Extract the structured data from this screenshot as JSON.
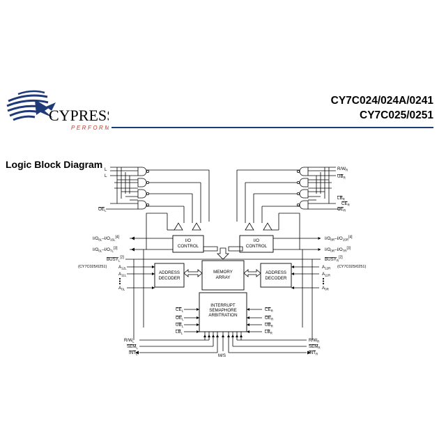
{
  "header": {
    "logo_word": "CYPRESS",
    "logo_tagline": "PERFORM",
    "part_numbers_line1": "CY7C024/024A/0241",
    "part_numbers_line2": "CY7C025/0251",
    "brand_color": "#1f3a78"
  },
  "section_title": "Logic Block Diagram",
  "diagram": {
    "blocks": {
      "io_left": [
        "I/O",
        "CONTROL"
      ],
      "io_right": [
        "I/O",
        "CONTROL"
      ],
      "addr_left": [
        "ADDRESS",
        "DECODER"
      ],
      "addr_right": [
        "ADDRESS",
        "DECODER"
      ],
      "memory": [
        "MEMORY",
        "ARRAY"
      ],
      "interrupt": [
        "INTERRUPT",
        "SEMAPHORE",
        "ARBITRATION"
      ]
    },
    "left_top_labels": [
      "L",
      "L"
    ],
    "left_oe_top": "OE",
    "left_oe_top_sub": "L",
    "left_io_top": "I/O",
    "left_io_top_sub": "8L",
    "left_io_top_mid": "–I/O",
    "left_io_top_sub2": "15L",
    "left_io_top_note": "[4]",
    "left_io_bot": "I/O",
    "left_io_bot_sub": "0L",
    "left_io_bot_mid": "–I/O",
    "left_io_bot_sub2": "7L",
    "left_io_bot_note": "[3]",
    "left_busy": "BUSY",
    "left_busy_sub": "L",
    "left_busy_note": "[2]",
    "left_a12": "A",
    "left_a12_sub": "12L",
    "left_a12_note": "(CY7C025/0251)",
    "left_a11": "A",
    "left_a11_sub": "11L",
    "left_a0": "A",
    "left_a0_sub": "0L",
    "right_rw": "R/W",
    "right_rw_sub": "R",
    "right_ub": "UB",
    "right_ub_sub": "R",
    "right_lb": "LB",
    "right_lb_sub": "R",
    "right_ce": "CE",
    "right_ce_sub": "R",
    "right_oe": "OE",
    "right_oe_sub": "R",
    "right_io_top": "I/O",
    "right_io_top_sub": "8R",
    "right_io_top_mid": "–I/O",
    "right_io_top_sub2": "15R",
    "right_io_top_note": "[4]",
    "right_io_bot": "I/O",
    "right_io_bot_sub": "0R",
    "right_io_bot_mid": "–I/O",
    "right_io_bot_sub2": "7R",
    "right_io_bot_note": "[3]",
    "right_busy": "BUSY",
    "right_busy_sub": "R",
    "right_busy_note": "[2]",
    "right_a12": "A",
    "right_a12_sub": "12R",
    "right_a12_note": "(CY7C025/0251)",
    "right_a11": "A",
    "right_a11_sub": "11R",
    "right_a0": "A",
    "right_a0_sub": "0R",
    "int_left": [
      {
        "name": "CE",
        "sub": "L"
      },
      {
        "name": "OE",
        "sub": "L"
      },
      {
        "name": "UB",
        "sub": "L"
      },
      {
        "name": "LB",
        "sub": "L"
      }
    ],
    "int_right": [
      {
        "name": "CE",
        "sub": "R"
      },
      {
        "name": "OE",
        "sub": "R"
      },
      {
        "name": "UB",
        "sub": "R"
      },
      {
        "name": "LB",
        "sub": "R"
      }
    ],
    "bottom_left": [
      {
        "name": "R/W",
        "sub": "L"
      },
      {
        "name": "SEM",
        "sub": "L"
      },
      {
        "name": "INT",
        "sub": "L"
      }
    ],
    "bottom_right": [
      {
        "name": "R/W",
        "sub": "R"
      },
      {
        "name": "SEM",
        "sub": "R"
      },
      {
        "name": "INT",
        "sub": "R"
      }
    ],
    "ms_label": "M/S",
    "ellipsis": "•\n•\n•"
  }
}
